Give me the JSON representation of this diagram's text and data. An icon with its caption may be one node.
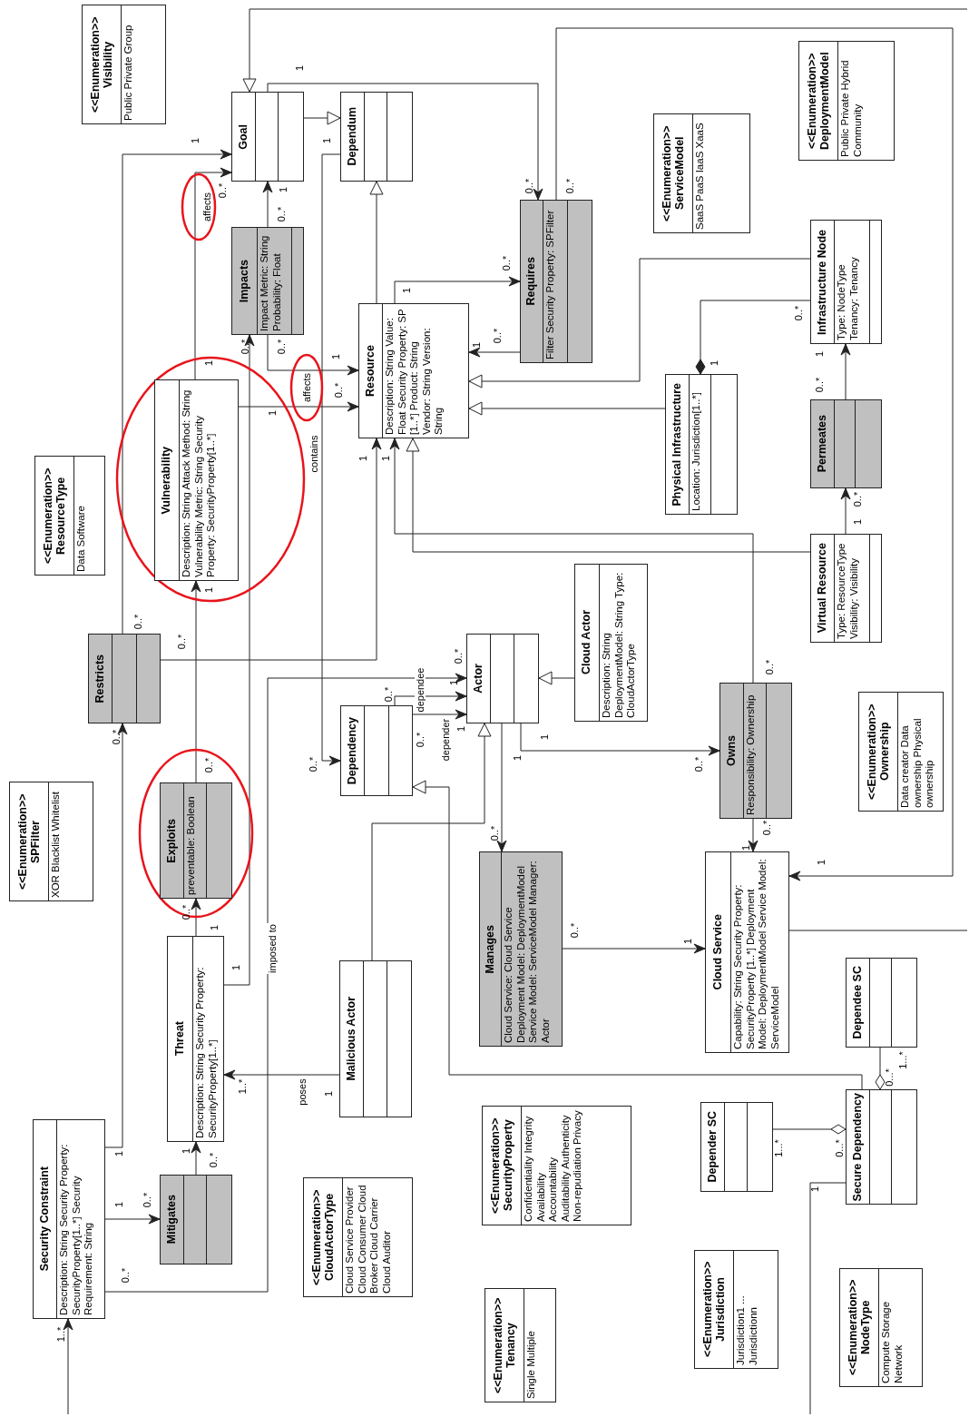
{
  "diagram": {
    "nodes": [
      {
        "text": [
          "<<Enumeration>> Visibility",
          "Public Private Group"
        ]
      },
      {
        "text": [
          "Goal"
        ]
      },
      {
        "text": [
          "Dependum"
        ]
      },
      {
        "text": [
          "Impacts",
          "Impact Metric: String Probability: Float"
        ]
      },
      {
        "text": [
          "Resource",
          "Description: String Value: Float Security Property: SP [1..*] Product: String Vendor: String Version: String"
        ]
      },
      {
        "text": [
          "Requires",
          "Filter Security Property: SPFilter"
        ]
      },
      {
        "text": [
          "<<Enumeration>> ServiceModel",
          "SaaS PaaS IaaS XaaS"
        ]
      },
      {
        "text": [
          "<<Enumeration>> DeploymentModel",
          "Public Private Hybrid Community"
        ]
      },
      {
        "text": [
          "Infrastructure Node",
          "Type: NodeType Tenancy: Tenancy"
        ]
      },
      {
        "text": [
          "Physical Infrastructure",
          "Location: Jurisdiction[1..*]"
        ]
      },
      {
        "text": [
          "Permeates"
        ]
      },
      {
        "text": [
          "Virtual Resource",
          "Type: ResourceType Visibility: Visibility"
        ]
      },
      {
        "text": [
          "Vulnerability",
          "Description: String Attack Method: String Vulnerability Metric: String Security Property: SecurityProperty[1..*]"
        ]
      },
      {
        "text": [
          "<<Enumeration>> ResourceType",
          "Data Software"
        ]
      },
      {
        "text": [
          "Restricts"
        ]
      },
      {
        "text": [
          "Cloud Actor",
          "Description: String DeploymentModel: String Type: CloudActorType"
        ]
      },
      {
        "text": [
          "Actor"
        ]
      },
      {
        "text": [
          "Dependency"
        ]
      },
      {
        "text": [
          "Exploits",
          "preventable: Boolean"
        ]
      },
      {
        "text": [
          "<<Enumeration>> SPFilter",
          "XOR Blacklist Whitelist"
        ]
      },
      {
        "text": [
          "Owns",
          "Responsibility: Ownership"
        ]
      },
      {
        "text": [
          "<<Enumeration>> Ownership",
          "Data creator Data ownership Physical ownership"
        ]
      },
      {
        "text": [
          "Manages",
          "Cloud Service: Cloud Service Deployment Model: DeploymentModel Service Model: ServiceModel Manager: Actor"
        ]
      },
      {
        "text": [
          "Cloud Service",
          "Capability: String Security Property: SecurityProperty [1..*] Deployment Model: DeploymentModel Service Model: ServiceModel"
        ]
      },
      {
        "text": [
          "Threat",
          "Description: String Security Property: SecurityProperty[1..*]"
        ]
      },
      {
        "text": [
          "Malicious Actor"
        ]
      },
      {
        "text": [
          "Security Constraint",
          "Description: String Security Property: SecurityProperty[1..*] Security Requirement: String"
        ]
      },
      {
        "text": [
          "Mitigates"
        ]
      },
      {
        "text": [
          "<<Enumeration>> CloudActorType",
          "Cloud Service Provider Cloud Consumer Cloud Broker Cloud Carrier Cloud Auditor"
        ]
      },
      {
        "text": [
          "<<Enumeration>> SecurityProperty",
          "Confidentiality Integrity Availability Accountability Auditability Authenticity Non-repudiation Privacy"
        ]
      },
      {
        "text": [
          "Dependee SC"
        ]
      },
      {
        "text": [
          "Depender SC"
        ]
      },
      {
        "text": [
          "Secure Dependency"
        ]
      },
      {
        "text": [
          "<<Enumeration>> Jurisdiction",
          "Jurisdiction1 ... Jurisdictionn"
        ]
      },
      {
        "text": [
          "<<Enumeration>> Tenancy",
          "Single Multiple"
        ]
      },
      {
        "text": [
          "<<Enumeration>> NodeType",
          "Compute Storage Network"
        ]
      }
    ],
    "edges": [
      {
        "from": null,
        "to": 1,
        "arrow": "to"
      },
      {
        "from": 1,
        "to": 2,
        "arrow": "to"
      },
      {
        "from": 1,
        "to": 5,
        "arrow": "to"
      },
      {
        "from": 5,
        "to": 23,
        "arrow": "to"
      },
      {
        "from": 14,
        "to": 1,
        "arrow": "to"
      },
      {
        "from": 12,
        "to": 1,
        "arrow": "to",
        "label": "affects"
      },
      {
        "from": 3,
        "to": 1,
        "arrow": "to"
      },
      {
        "from": 24,
        "to": 3,
        "arrow": "to"
      },
      {
        "from": 3,
        "to": 4,
        "arrow": "to"
      },
      {
        "from": 12,
        "to": 4,
        "arrow": "to",
        "label": "affects"
      },
      {
        "from": 2,
        "to": 17,
        "arrow": "to",
        "label": "contains"
      },
      {
        "from": 4,
        "to": 2,
        "arrow": "to"
      },
      {
        "from": 4,
        "to": 5,
        "arrow": "to"
      },
      {
        "from": 5,
        "to": 4,
        "arrow": "to"
      },
      {
        "from": 8,
        "to": 4,
        "arrow": "to"
      },
      {
        "from": 9,
        "to": 4,
        "arrow": "to"
      },
      {
        "from": 9,
        "to": 8,
        "arrow": "other"
      },
      {
        "from": 10,
        "to": 8,
        "arrow": "to"
      },
      {
        "from": 11,
        "to": 10,
        "arrow": "to"
      },
      {
        "from": 11,
        "to": 4,
        "arrow": "to"
      },
      {
        "from": 20,
        "to": 4,
        "arrow": "to"
      },
      {
        "from": 14,
        "to": 4,
        "arrow": "to"
      },
      {
        "from": 18,
        "to": 12,
        "arrow": "to"
      },
      {
        "from": 24,
        "to": 18,
        "arrow": "to"
      },
      {
        "from": 26,
        "to": 14,
        "arrow": "to"
      },
      {
        "from": 26,
        "to": 27,
        "arrow": "to"
      },
      {
        "from": 27,
        "to": 24,
        "arrow": "to"
      },
      {
        "from": 26,
        "to": 16,
        "arrow": "to",
        "label": "imposed to"
      },
      {
        "from": 17,
        "to": 16,
        "arrow": "to",
        "label": "dependee"
      },
      {
        "from": 17,
        "to": 16,
        "arrow": "to",
        "label": "depender"
      },
      {
        "from": 25,
        "to": 16,
        "arrow": "to"
      },
      {
        "from": 32,
        "to": 17,
        "arrow": "to"
      },
      {
        "from": 25,
        "to": 24,
        "arrow": "to",
        "label": "poses"
      },
      {
        "from": 15,
        "to": 16,
        "arrow": "to"
      },
      {
        "from": 16,
        "to": 20,
        "arrow": "to"
      },
      {
        "from": 16,
        "to": 22,
        "arrow": "to"
      },
      {
        "from": 20,
        "to": 23,
        "arrow": "to"
      },
      {
        "from": 22,
        "to": 23,
        "arrow": "to"
      },
      {
        "from": 30,
        "to": 32,
        "arrow": "other"
      },
      {
        "from": 31,
        "to": 32,
        "arrow": "other"
      },
      {
        "from": 23,
        "to": null,
        "arrow": "none"
      },
      {
        "from": null,
        "to": 26,
        "arrow": "to"
      },
      {
        "from": 32,
        "to": null,
        "arrow": "none"
      }
    ],
    "labels": [
      "1",
      "1",
      "0..*",
      "1",
      "0..*",
      "1",
      "0..*",
      "0..*",
      "0..*",
      "1",
      "0..*",
      "1",
      "0..*",
      "0..*",
      "1",
      "1",
      "0..*",
      "1",
      "0..*",
      "1",
      "1",
      "0..*",
      "1",
      "1",
      "0..*",
      "1",
      "1",
      "0..*",
      "0..*",
      "0..*",
      "0..*",
      "1",
      "0..*",
      "1",
      "0..*",
      "0..*",
      "0..*",
      "1",
      "1",
      "0..*",
      "0..*",
      "0..*",
      "0..*",
      "1",
      "1",
      "0..*",
      "1",
      "0..*",
      "1",
      "1",
      "1..*",
      "1",
      "0...*",
      "1...*",
      "1",
      "0..*",
      "1",
      "1",
      "0..*",
      "0..*",
      "1..*",
      "1...*",
      "0...*",
      "1"
    ]
  }
}
